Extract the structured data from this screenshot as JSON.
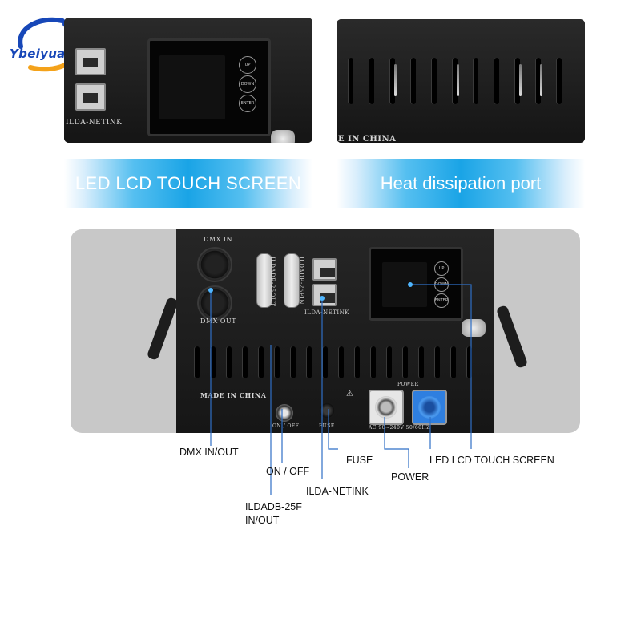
{
  "logo": {
    "text": "Ybeiyuan"
  },
  "top_left": {
    "port_label": "ILDA-NETINK",
    "buttons": [
      "UP",
      "DOWN",
      "ENTER"
    ]
  },
  "top_right": {
    "engraving": "E IN CHINA"
  },
  "banners": {
    "left": "LED LCD TOUCH SCREEN",
    "right": "Heat dissipation port"
  },
  "device": {
    "dmx_in": "DMX IN",
    "dmx_out": "DMX OUT",
    "db25_out": "ILDADB-25OUT",
    "db25_in": "ILDADB-25FIN",
    "netink": "ILDA-NETINK",
    "buttons": [
      "UP",
      "DOWN",
      "ENTER"
    ],
    "made_in": "MADE IN CHINA",
    "switch_label": "ON / OFF",
    "fuse_label": "FUSE",
    "power_label": "POWER",
    "voltage": "AC 90~240V 50/60HZ",
    "warn": "⚠"
  },
  "callouts": {
    "dmx": "DMX  IN/OUT",
    "onoff": "ON / OFF",
    "fuse": "FUSE",
    "lcd": "LED LCD TOUCH SCREEN",
    "power": "POWER",
    "netink": "ILDA-NETINK",
    "ildadb_line1": "ILDADB-25F",
    "ildadb_line2": "IN/OUT"
  },
  "colors": {
    "accent": "#1aa4e6",
    "line": "#2f6fc6",
    "power_in": "#2f7fe0"
  }
}
